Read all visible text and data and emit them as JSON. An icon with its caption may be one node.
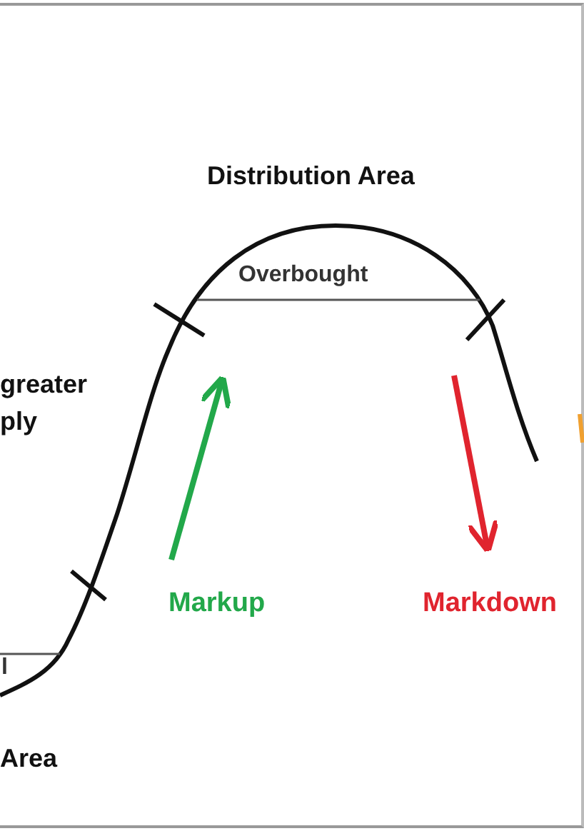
{
  "diagram": {
    "labels": [
      "Distribution Area",
      "Overbought",
      "greater",
      "ply",
      "Markup",
      "Markdown",
      "l",
      "Area"
    ]
  }
}
